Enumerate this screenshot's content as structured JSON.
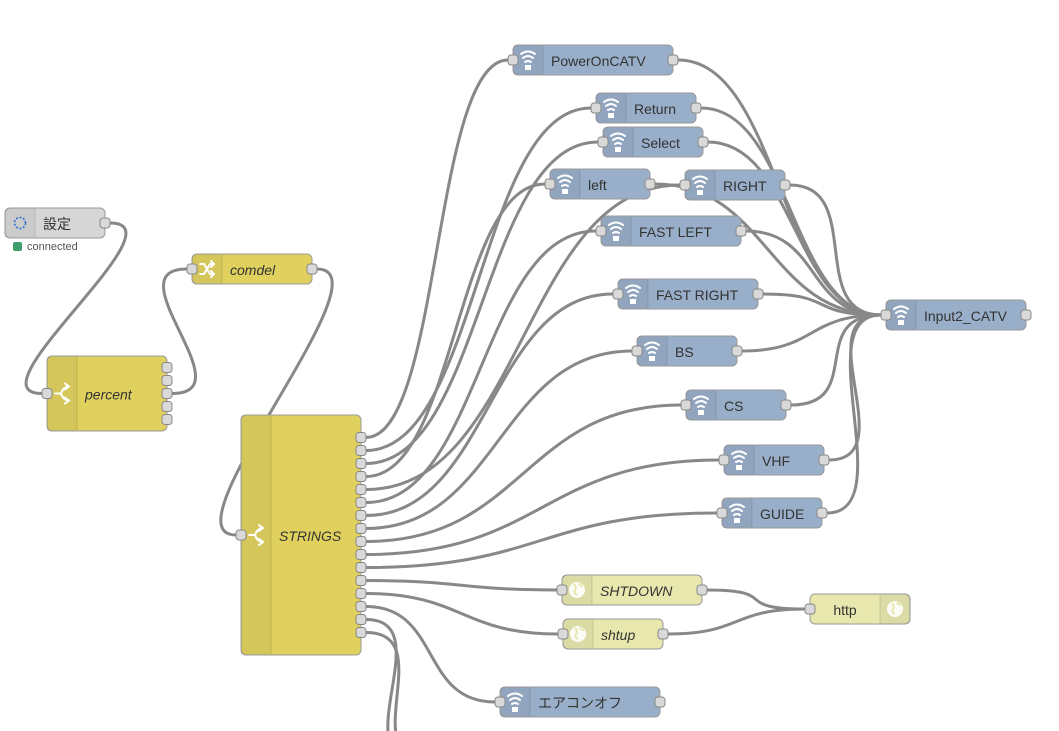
{
  "colors": {
    "ir_node": "#99AFC9",
    "function_node": "#E0D15F",
    "http_node": "#E7E7AE",
    "inject_node": "#D6D6D6",
    "wire": "#888888",
    "status_connected": "#3d9e6b"
  },
  "nodes": [
    {
      "id": "settei",
      "label": "設定",
      "kind": "inject",
      "icon": "circle-dashed-icon",
      "status": "connected",
      "inputs": 0,
      "outputs": 1,
      "italic": false
    },
    {
      "id": "percent",
      "label": "percent",
      "kind": "function",
      "icon": "switch-icon",
      "inputs": 1,
      "outputs": 5,
      "italic": true
    },
    {
      "id": "comdel",
      "label": "comdel",
      "kind": "function",
      "icon": "shuffle-icon",
      "inputs": 1,
      "outputs": 1,
      "italic": true
    },
    {
      "id": "strings",
      "label": "STRINGS",
      "kind": "function",
      "icon": "switch-icon",
      "inputs": 1,
      "outputs": 16,
      "italic": true
    },
    {
      "id": "poweroncatv",
      "label": "PowerOnCATV",
      "kind": "ir",
      "icon": "wifi-icon",
      "inputs": 1,
      "outputs": 1,
      "italic": false
    },
    {
      "id": "return",
      "label": "Return",
      "kind": "ir",
      "icon": "wifi-icon",
      "inputs": 1,
      "outputs": 1,
      "italic": false
    },
    {
      "id": "select",
      "label": "Select",
      "kind": "ir",
      "icon": "wifi-icon",
      "inputs": 1,
      "outputs": 1,
      "italic": false
    },
    {
      "id": "left",
      "label": "left",
      "kind": "ir",
      "icon": "wifi-icon",
      "inputs": 1,
      "outputs": 1,
      "italic": false
    },
    {
      "id": "right",
      "label": "RIGHT",
      "kind": "ir",
      "icon": "wifi-icon",
      "inputs": 1,
      "outputs": 1,
      "italic": false
    },
    {
      "id": "fastleft",
      "label": "FAST LEFT",
      "kind": "ir",
      "icon": "wifi-icon",
      "inputs": 1,
      "outputs": 1,
      "italic": false
    },
    {
      "id": "fastright",
      "label": "FAST RIGHT",
      "kind": "ir",
      "icon": "wifi-icon",
      "inputs": 1,
      "outputs": 1,
      "italic": false
    },
    {
      "id": "bs",
      "label": "BS",
      "kind": "ir",
      "icon": "wifi-icon",
      "inputs": 1,
      "outputs": 1,
      "italic": false
    },
    {
      "id": "cs",
      "label": "CS",
      "kind": "ir",
      "icon": "wifi-icon",
      "inputs": 1,
      "outputs": 1,
      "italic": false
    },
    {
      "id": "vhf",
      "label": "VHF",
      "kind": "ir",
      "icon": "wifi-icon",
      "inputs": 1,
      "outputs": 1,
      "italic": false
    },
    {
      "id": "guide",
      "label": "GUIDE",
      "kind": "ir",
      "icon": "wifi-icon",
      "inputs": 1,
      "outputs": 1,
      "italic": false
    },
    {
      "id": "input2catv",
      "label": "Input2_CATV",
      "kind": "ir",
      "icon": "wifi-icon",
      "inputs": 1,
      "outputs": 1,
      "italic": false
    },
    {
      "id": "shtdown",
      "label": "SHTDOWN",
      "kind": "http_node",
      "icon": "globe-icon",
      "inputs": 1,
      "outputs": 1,
      "italic": true
    },
    {
      "id": "shtup",
      "label": "shtup",
      "kind": "http_node",
      "icon": "globe-icon",
      "inputs": 1,
      "outputs": 1,
      "italic": true
    },
    {
      "id": "http",
      "label": "http",
      "kind": "http_node",
      "icon": "globe-icon",
      "inputs": 1,
      "outputs": 0,
      "italic": false
    },
    {
      "id": "aircon_off",
      "label": "エアコンオフ",
      "kind": "ir",
      "icon": "wifi-icon",
      "inputs": 1,
      "outputs": 1,
      "italic": false
    }
  ],
  "wires": [
    {
      "from": "settei",
      "port": 0,
      "to": "percent"
    },
    {
      "from": "percent",
      "port": 2,
      "to": "comdel"
    },
    {
      "from": "comdel",
      "port": 0,
      "to": "strings"
    },
    {
      "from": "strings",
      "port": 0,
      "to": "poweroncatv"
    },
    {
      "from": "strings",
      "port": 1,
      "to": "return"
    },
    {
      "from": "strings",
      "port": 2,
      "to": "select"
    },
    {
      "from": "strings",
      "port": 3,
      "to": "left"
    },
    {
      "from": "strings",
      "port": 4,
      "to": "right"
    },
    {
      "from": "strings",
      "port": 5,
      "to": "fastleft"
    },
    {
      "from": "strings",
      "port": 6,
      "to": "fastright"
    },
    {
      "from": "strings",
      "port": 7,
      "to": "bs"
    },
    {
      "from": "strings",
      "port": 8,
      "to": "cs"
    },
    {
      "from": "strings",
      "port": 9,
      "to": "vhf"
    },
    {
      "from": "strings",
      "port": 10,
      "to": "guide"
    },
    {
      "from": "strings",
      "port": 11,
      "to": "shtdown"
    },
    {
      "from": "strings",
      "port": 12,
      "to": "shtup"
    },
    {
      "from": "strings",
      "port": 13,
      "to": "aircon_off"
    },
    {
      "from": "strings",
      "port": 14,
      "to": "offscreen-a"
    },
    {
      "from": "strings",
      "port": 15,
      "to": "offscreen-b"
    },
    {
      "from": "poweroncatv",
      "port": 0,
      "to": "input2catv"
    },
    {
      "from": "return",
      "port": 0,
      "to": "input2catv"
    },
    {
      "from": "select",
      "port": 0,
      "to": "input2catv"
    },
    {
      "from": "left",
      "port": 0,
      "to": "input2catv"
    },
    {
      "from": "right",
      "port": 0,
      "to": "input2catv"
    },
    {
      "from": "fastleft",
      "port": 0,
      "to": "input2catv"
    },
    {
      "from": "fastright",
      "port": 0,
      "to": "input2catv"
    },
    {
      "from": "bs",
      "port": 0,
      "to": "input2catv"
    },
    {
      "from": "cs",
      "port": 0,
      "to": "input2catv"
    },
    {
      "from": "vhf",
      "port": 0,
      "to": "input2catv"
    },
    {
      "from": "guide",
      "port": 0,
      "to": "input2catv"
    },
    {
      "from": "shtdown",
      "port": 0,
      "to": "http"
    },
    {
      "from": "shtup",
      "port": 0,
      "to": "http"
    }
  ]
}
